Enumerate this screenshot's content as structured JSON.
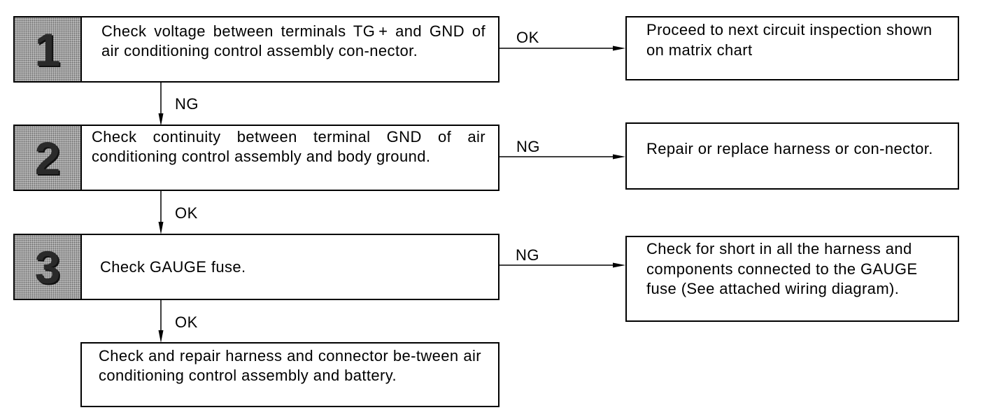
{
  "steps": [
    {
      "number": "1",
      "text": "Check voltage between terminals TG + and GND of air conditioning control assembly con-nector."
    },
    {
      "number": "2",
      "text": "Check continuity between terminal GND of air conditioning control assembly and body ground."
    },
    {
      "number": "3",
      "text": "Check GAUGE fuse."
    }
  ],
  "final_step": {
    "text": "Check and repair harness and connector be-tween air conditioning control assembly and battery."
  },
  "results": [
    {
      "text": "Proceed to next circuit inspection shown on matrix chart"
    },
    {
      "text": "Repair or replace harness or con-nector."
    },
    {
      "text": "Check for short in all the harness and components connected to the GAUGE fuse (See attached wiring diagram)."
    }
  ],
  "labels": {
    "s1_right": "OK",
    "s1_down": "NG",
    "s2_right": "NG",
    "s2_down": "OK",
    "s3_right": "NG",
    "s3_down": "OK"
  }
}
